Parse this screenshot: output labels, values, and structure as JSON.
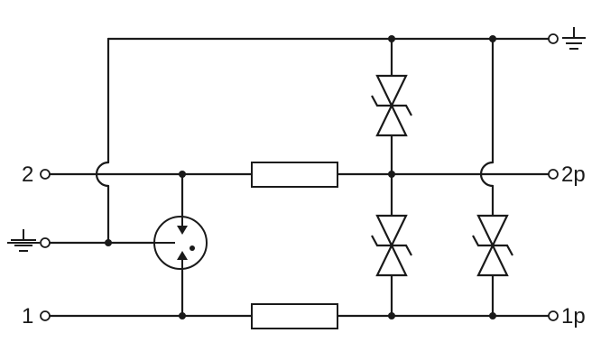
{
  "terminals": {
    "left_top": "2",
    "left_bottom": "1",
    "right_mid": "2p",
    "right_bottom": "1p"
  },
  "icons": {
    "ground": "ground-icon"
  },
  "colors": {
    "line": "#1a1a1a",
    "background": "#ffffff"
  }
}
